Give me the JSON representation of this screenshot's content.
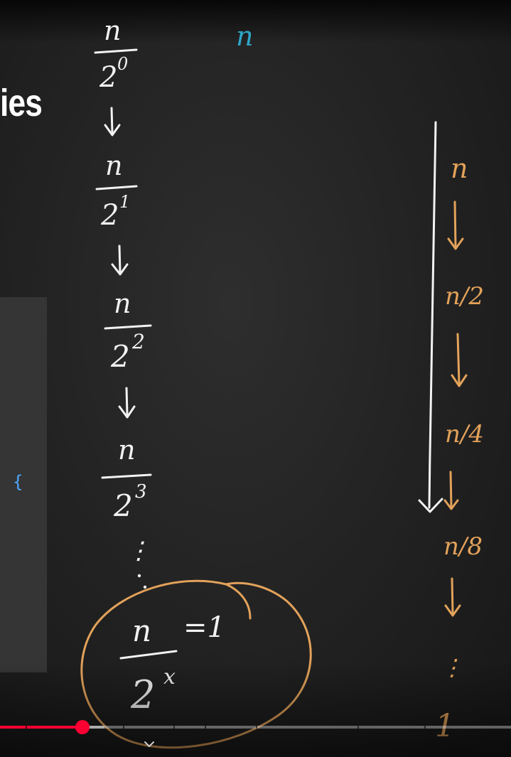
{
  "slide": {
    "title_fragment": "ies",
    "code_brace": "{"
  },
  "board": {
    "top_label": "n",
    "left_column": [
      {
        "numerator": "n",
        "denominator_base": "2",
        "exponent": "0"
      },
      {
        "numerator": "n",
        "denominator_base": "2",
        "exponent": "1"
      },
      {
        "numerator": "n",
        "denominator_base": "2",
        "exponent": "2"
      },
      {
        "numerator": "n",
        "denominator_base": "2",
        "exponent": "3"
      }
    ],
    "ellipsis": "⋮",
    "circled_equation": {
      "numerator": "n",
      "denominator_base": "2",
      "exponent": "x",
      "rhs": "=1"
    },
    "right_column": [
      "n",
      "n/2",
      "n/4",
      "n/8",
      "⋮",
      "1"
    ],
    "colors": {
      "white_chalk": "#f2f2f2",
      "orange_chalk": "#e3a25a",
      "cyan_chalk": "#2fa6c8"
    }
  },
  "player": {
    "progress_played_fraction": 0.162,
    "progress_buffered_fraction": 0.205,
    "chapter_marks_fraction": [
      0.05,
      0.24,
      0.34,
      0.4,
      0.5,
      0.7,
      0.83
    ],
    "accent_color": "#ff0033",
    "expand_icon": "chevron-down-icon"
  }
}
